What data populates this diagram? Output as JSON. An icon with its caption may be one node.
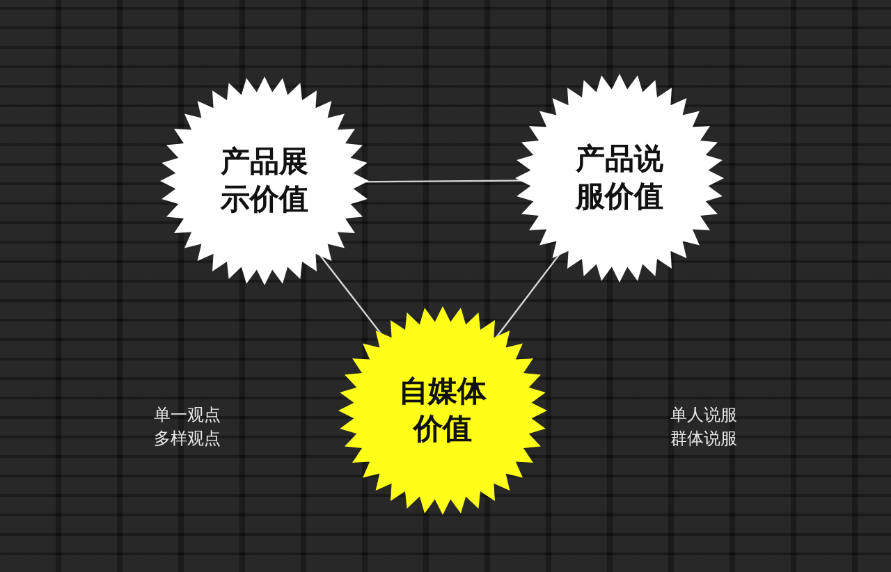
{
  "diagram": {
    "nodes": [
      {
        "text": [
          "产品展示价值"
        ]
      },
      {
        "text": [
          "产品说服价值"
        ]
      },
      {
        "text": [
          "自媒体价值"
        ]
      }
    ],
    "edges": [
      {
        "from": 0,
        "to": 1,
        "arrow": "none"
      },
      {
        "from": 0,
        "to": 2,
        "arrow": "none"
      },
      {
        "from": 1,
        "to": 2,
        "arrow": "none"
      }
    ],
    "labels": [
      "单一观点多样观点",
      "单人说服群体说服"
    ]
  }
}
